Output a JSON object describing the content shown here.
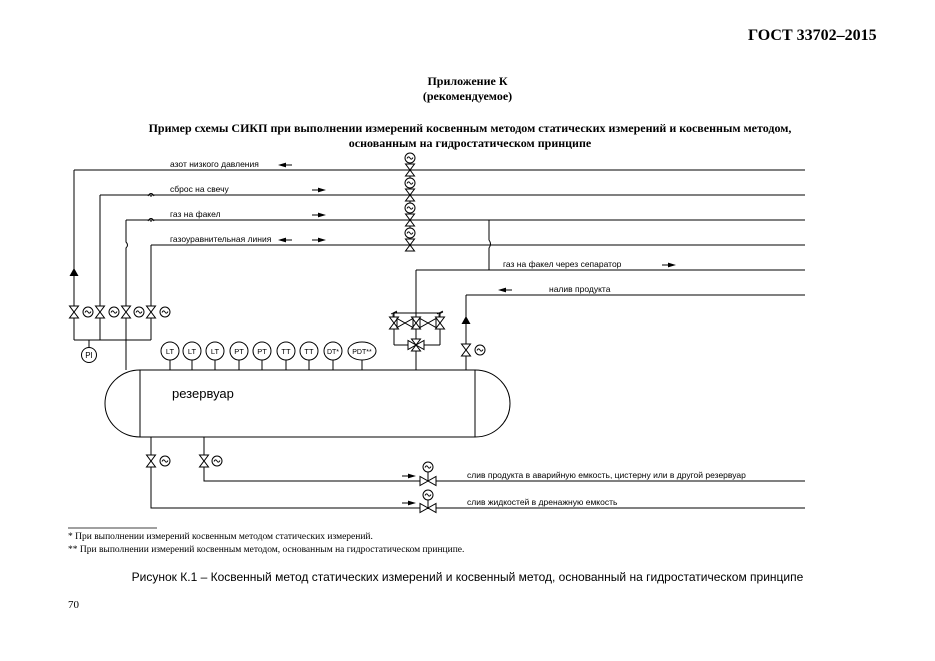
{
  "header": {
    "doc_code": "ГОСТ 33702–2015"
  },
  "appendix": {
    "title": "Приложение К",
    "subtitle": "(рекомендуемое)"
  },
  "figure_title": {
    "line1": "Пример схемы СИКП при выполнении измерений косвенным методом статических измерений и косвенным методом,",
    "line2": "основанным на гидростатическом принципе"
  },
  "diagram": {
    "lines": {
      "nitrogen": "азот низкого давления",
      "vent": "сброс на свечу",
      "flare": "газ на факел",
      "equalizing": "газоуравнительная линия",
      "flare_separator": "газ на факел через сепаратор",
      "loading": "налив продукта",
      "drain_emergency": "слив продукта в аварийную емкость, цистерну или в другой резервуар",
      "drain_liquids": "слив жидкостей в дренажную емкость"
    },
    "tank_label": "резервуар",
    "instruments": [
      "LT",
      "LT",
      "LT",
      "PT",
      "PT",
      "TT",
      "TT",
      "DT*",
      "PDT**"
    ],
    "pressure_gauge": "PI"
  },
  "footnotes": {
    "note1": "* При выполнении измерений косвенным методом статических измерений.",
    "note2": "** При выполнении измерений косвенным методом, основанным на гидростатическом принципе."
  },
  "caption": "Рисунок К.1 – Косвенный метод статических измерений и косвенный метод, основанный на гидростатическом принципе",
  "page_number": "70"
}
